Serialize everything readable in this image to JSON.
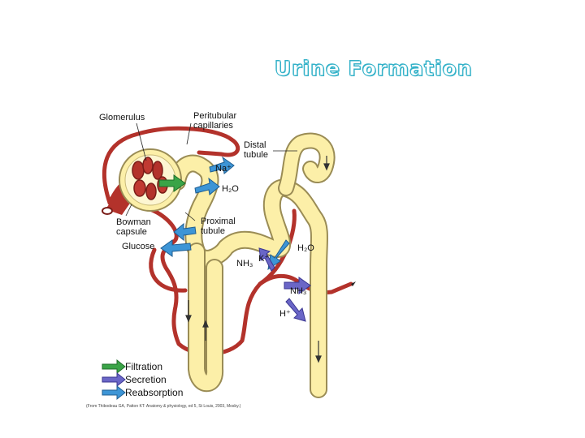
{
  "title": "Urine Formation",
  "labels": {
    "glomerulus": "Glomerulus",
    "peritubular_1": "Peritubular",
    "peritubular_2": "capillaries",
    "distal_1": "Distal",
    "distal_2": "tubule",
    "bowman_1": "Bowman",
    "bowman_2": "capsule",
    "proximal_1": "Proximal",
    "proximal_2": "tubule",
    "glucose": "Glucose",
    "na": "Na⁺",
    "h2o_prox": "H₂O",
    "h2o_dist": "H₂O",
    "k": "K⁺",
    "nh3_left": "NH₃",
    "nh3_right": "NH₃",
    "h": "H⁺"
  },
  "legend": {
    "filtration": "Filtration",
    "secretion": "Secretion",
    "reabsorption": "Reabsorption"
  },
  "citation": "(From Thibodeau GA, Patton KT: Anatomy & physiology, ed 5, St Louis, 2003, Mosby.)",
  "colors": {
    "vessel": "#b3322b",
    "tubule": "#fcefa8",
    "tubule_outline": "#9a8c55",
    "filtration": "#3aa447",
    "secretion": "#6a66c7",
    "reabsorption": "#3d95d6",
    "title": "#35b2c9"
  }
}
